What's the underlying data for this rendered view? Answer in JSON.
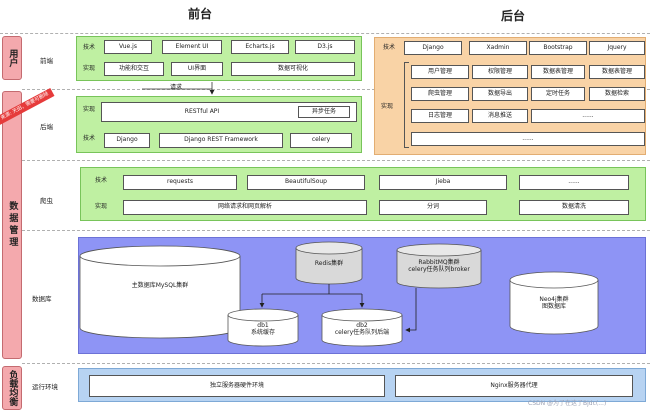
{
  "header": {
    "front": "前台",
    "back": "后台"
  },
  "sidebar": {
    "user": "用户",
    "data": "数据管理",
    "balance": "负载均衡"
  },
  "layers": {
    "frontend": "前端",
    "backend": "后端",
    "crawler": "爬虫",
    "database": "数据库",
    "runtime": "运行环境"
  },
  "stamp": "来源: 天田，需要可删除",
  "front_ui": {
    "tech_label": "技术",
    "impl_label": "实现",
    "tech": [
      "Vue.js",
      "Element UI",
      "Echarts.js",
      "D3.js"
    ],
    "impl": [
      "功能和交互",
      "UI界面",
      "数据可视化"
    ]
  },
  "request_label": "请求",
  "backend": {
    "impl_label": "实现",
    "tech_label": "技术",
    "api": "RESTful API",
    "async": "异步任务",
    "tech": [
      "Django",
      "Django REST Framework",
      "celery"
    ]
  },
  "admin": {
    "tech_label": "技术",
    "impl_label": "实现",
    "tech": [
      "Django",
      "Xadmin",
      "Bootstrap",
      "Jquery"
    ],
    "impl": [
      "用户管理",
      "权限管理",
      "数据表管理",
      "数据表管理",
      "爬虫管理",
      "数据导出",
      "定时任务",
      "数据检索",
      "日志管理",
      "消息推送",
      "......",
      "......"
    ]
  },
  "crawler": {
    "tech_label": "技术",
    "impl_label": "实现",
    "tech": [
      "requests",
      "BeautifulSoup",
      "Jieba",
      "......"
    ],
    "impl": [
      "网络请求和网页解析",
      "分词",
      "数据清洗"
    ]
  },
  "database": {
    "mysql": "主数据库MySQL集群",
    "redis": "Redis集群",
    "rabbit": "RabbitMQ集群\ncelery任务队列broker",
    "db1": "db1\n系统缓存",
    "db2": "db2\ncelery任务队列后端",
    "neo4j": "Neo4j集群\n图数据库"
  },
  "runtime": {
    "server": "独立服务器硬件环境",
    "nginx": "Nginx服务器代理"
  },
  "watermark": "CSDN @为了在这了Bjdc(...)",
  "colors": {
    "green": "#bff0a2",
    "orange": "#f9d3a6",
    "purple": "#8e94f5",
    "light_blue": "#b7d3f2",
    "sidebar_pink": "#f4a9ad"
  }
}
